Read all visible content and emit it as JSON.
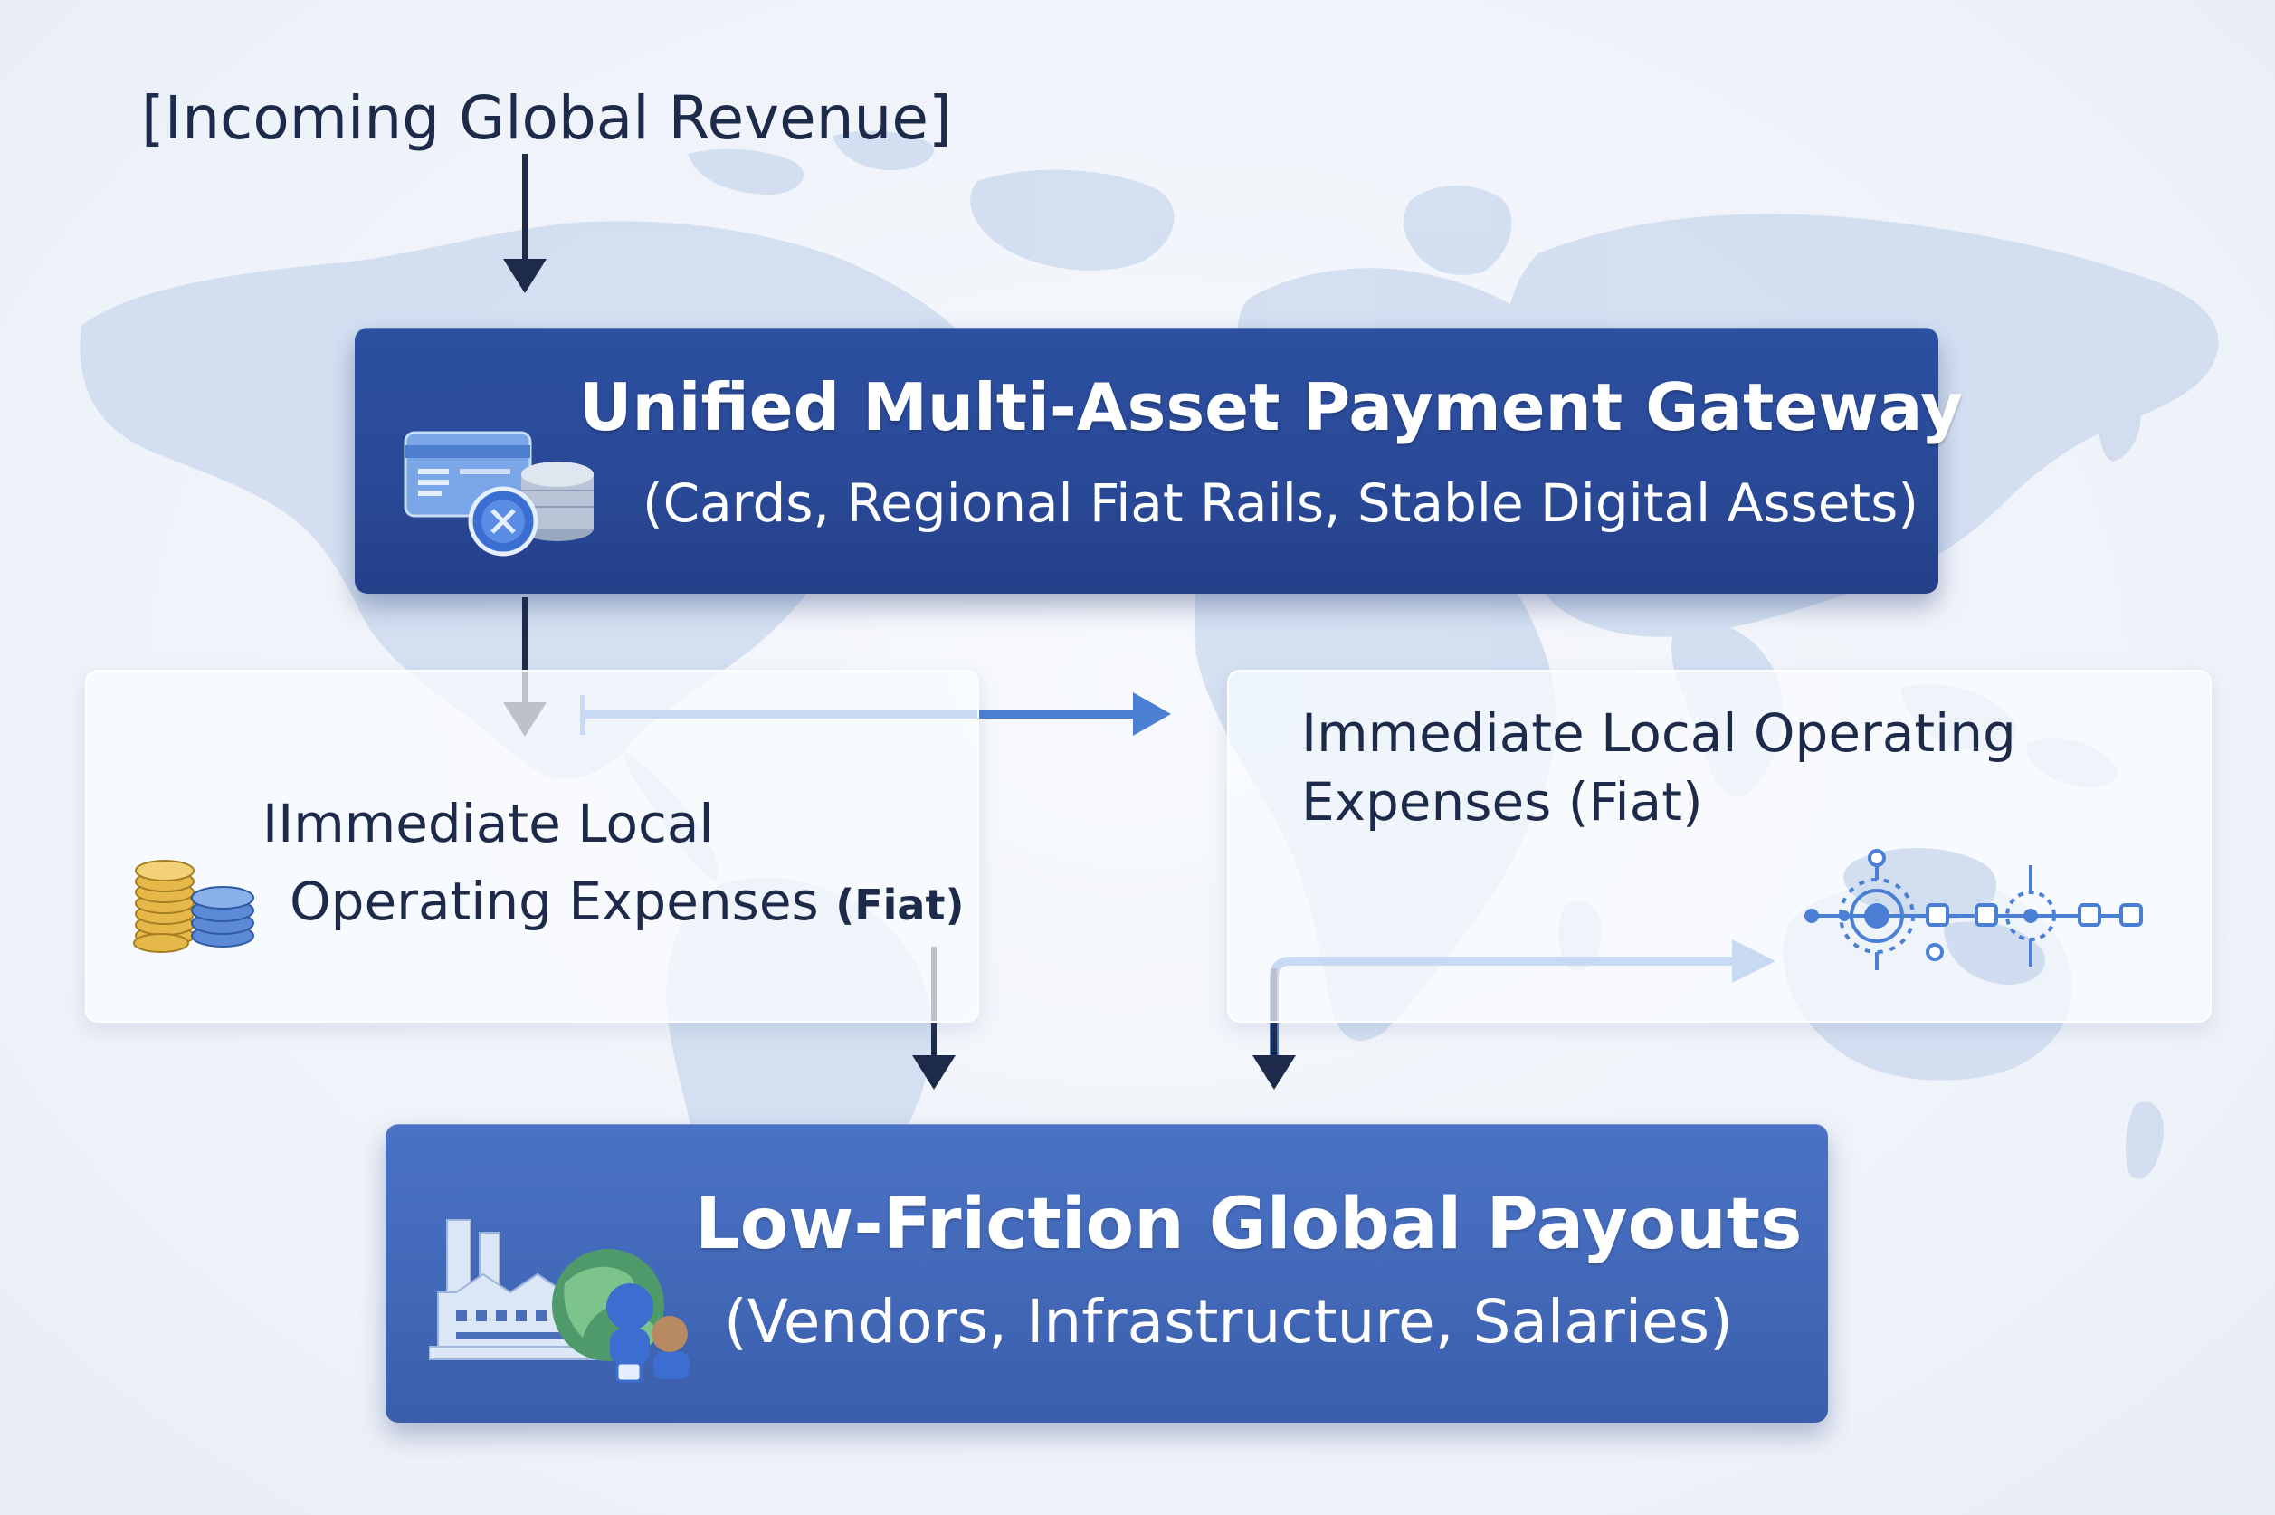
{
  "diagram": {
    "incoming_label": "[Incoming Global Revenue]",
    "gateway": {
      "title": "Unified Multi-Asset Payment Gateway",
      "subtitle": "(Cards, Regional Fiat Rails, Stable Digital Assets)"
    },
    "left_panel": {
      "line1": "IImmediate Local",
      "line2": "Operating Expenses",
      "line2_suffix": "(Fiat)"
    },
    "right_panel": {
      "text": "Immediate Local Operating Expenses (Fiat)"
    },
    "payouts": {
      "title": "Low-Friction Global Payouts",
      "subtitle": "(Vendors, Infrastructure, Salaries)"
    }
  },
  "colors": {
    "gateway_box": "#2a4a98",
    "payouts_box": "#4268b8",
    "arrow_dark": "#1e2a4a",
    "arrow_blue": "#4a7fd4",
    "map": "#c9d8ee",
    "text_dark": "#1e2a4a"
  },
  "icons": {
    "gateway": "card-and-coins-icon",
    "left_panel": "coin-stack-icon",
    "right_panel": "network-nodes-icon",
    "payouts": "factory-globe-people-icon"
  }
}
